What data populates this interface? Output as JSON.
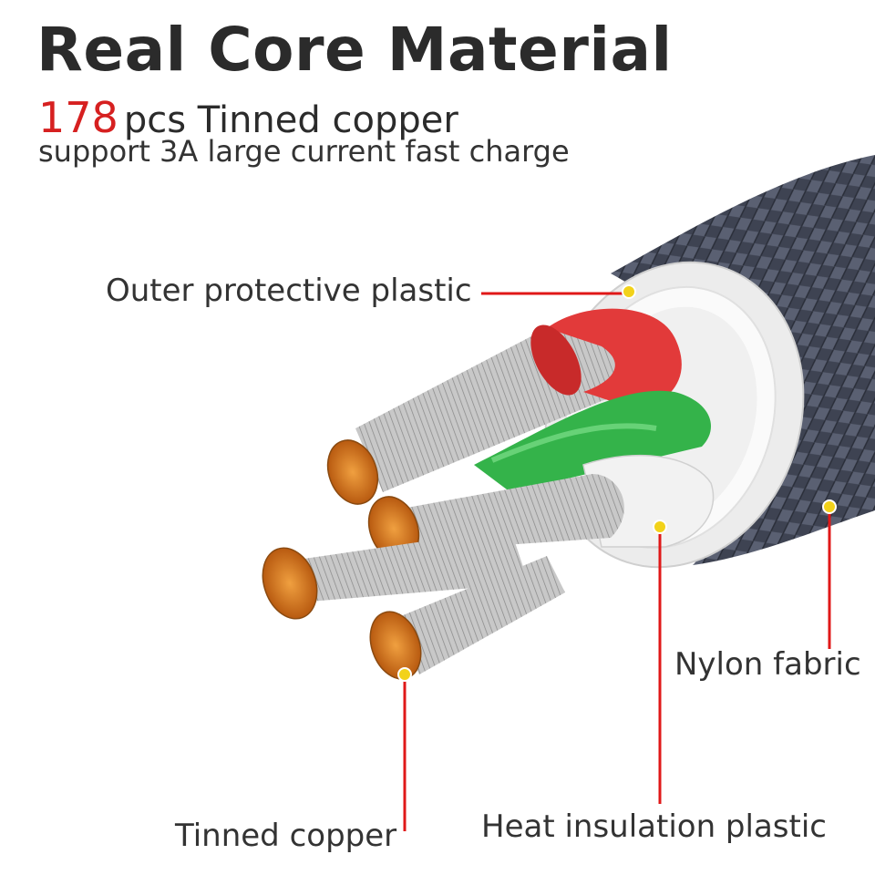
{
  "heading": {
    "title": "Real Core Material",
    "count": "178",
    "count_suffix": "pcs Tinned copper",
    "support": "support 3A large current fast charge"
  },
  "labels": {
    "outer": "Outer protective plastic",
    "nylon": "Nylon fabric",
    "heat": "Heat insulation plastic",
    "tinned": "Tinned copper"
  },
  "colors": {
    "accent_red": "#d62020",
    "leader_red": "#e01818",
    "marker_yellow": "#f2d21a",
    "braid": "#4a4f5e",
    "copper": "#e07a1a",
    "wire_red": "#e23a3a",
    "wire_green": "#34b34a",
    "wire_white": "#f2f2f2"
  }
}
